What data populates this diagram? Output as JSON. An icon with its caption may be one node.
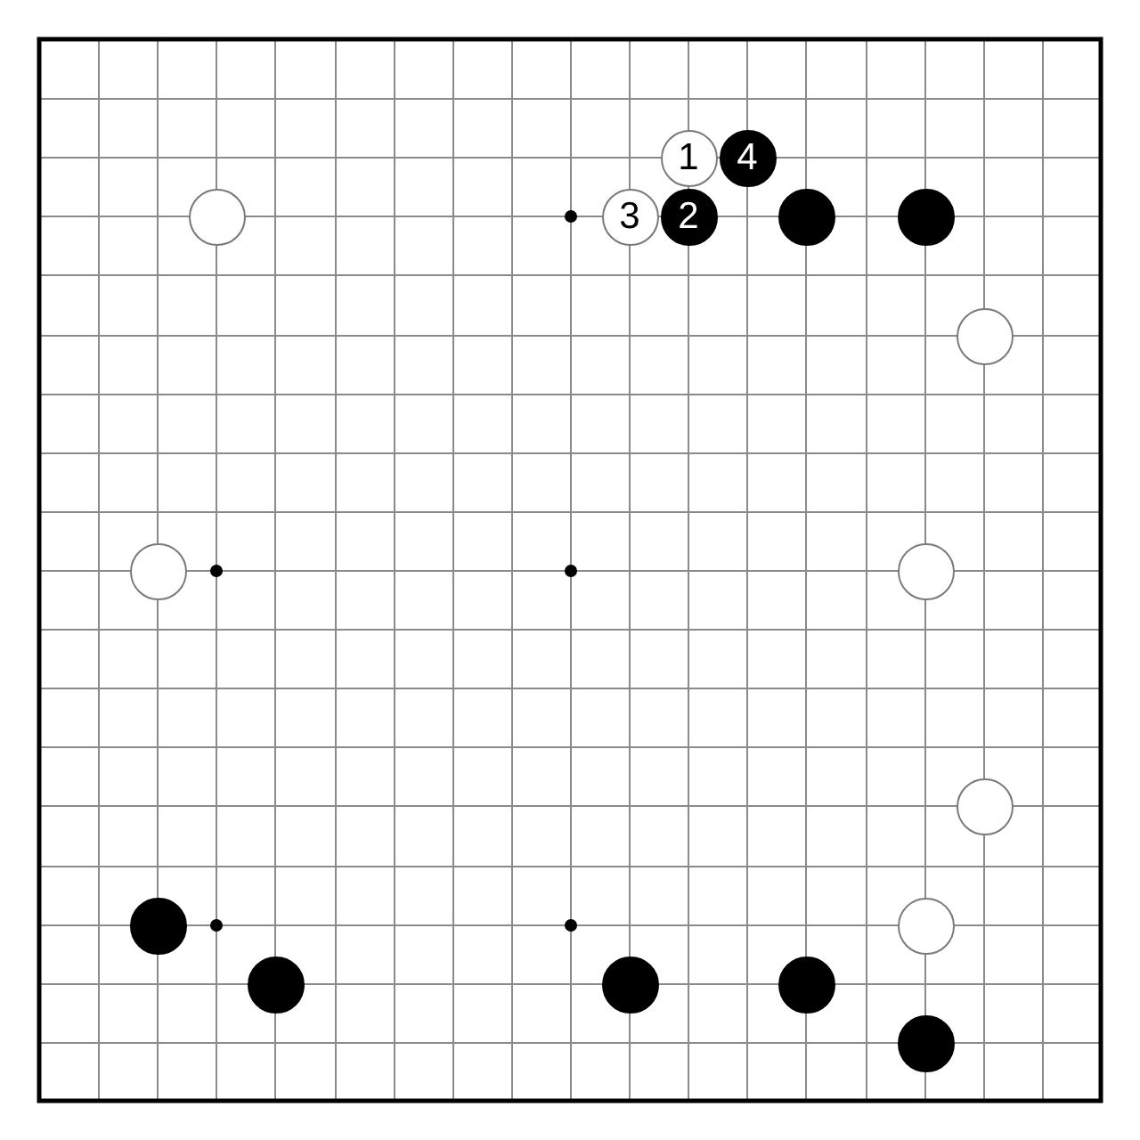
{
  "diagram": {
    "nodes": [
      {
        "text": [
          "1"
        ]
      },
      {
        "text": [
          "4"
        ]
      },
      {
        "text": [],
        "shape": "circle"
      },
      {
        "text": [
          "3"
        ]
      },
      {
        "text": [
          "2"
        ]
      },
      {
        "text": [],
        "shape": "circle"
      },
      {
        "text": [],
        "shape": "circle"
      },
      {
        "text": [],
        "shape": "circle"
      },
      {
        "text": [],
        "shape": "circle"
      },
      {
        "text": [],
        "shape": "circle"
      },
      {
        "text": [],
        "shape": "circle"
      },
      {
        "text": [],
        "shape": "circle"
      },
      {
        "text": [],
        "shape": "circle"
      },
      {
        "text": [],
        "shape": "circle"
      },
      {
        "text": [],
        "shape": "circle"
      },
      {
        "text": [],
        "shape": "circle"
      },
      {
        "text": [],
        "shape": "circle"
      }
    ],
    "edges": []
  }
}
